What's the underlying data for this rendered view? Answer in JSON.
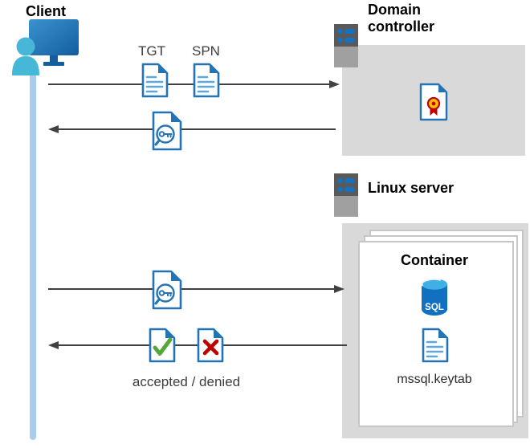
{
  "diagram": {
    "client": {
      "label": "Client"
    },
    "domain_controller": {
      "label": "Domain controller"
    },
    "linux_server": {
      "label": "Linux server"
    },
    "container": {
      "label": "Container",
      "sql_label": "SQL",
      "keytab_label": "mssql.keytab"
    },
    "messages": {
      "tgt_label": "TGT",
      "spn_label": "SPN",
      "result_label": "accepted / denied"
    }
  },
  "icons": {
    "client-icon": "person-at-monitor",
    "server-icon": "server-unit-with-blue-leds",
    "document-icon": "blue-document-with-lines",
    "key-ticket-icon": "document-with-key-in-magnifier",
    "certificate-icon": "document-with-ribbon-seal",
    "accepted-icon": "document-with-green-check",
    "denied-icon": "document-with-red-x",
    "sql-database-icon": "blue-database-cylinder"
  },
  "colors": {
    "doc_outline": "#2474b5",
    "doc_lines": "#5fa8dc",
    "timeline_blue": "#a9cdec",
    "box_gray": "#d9d9d9",
    "arrow": "#404040",
    "accepted_green": "#57a639",
    "denied_red": "#c00000",
    "seal_yellow": "#ffc000",
    "sql_blue": "#1170c0",
    "person_teal": "#47b7d7"
  }
}
